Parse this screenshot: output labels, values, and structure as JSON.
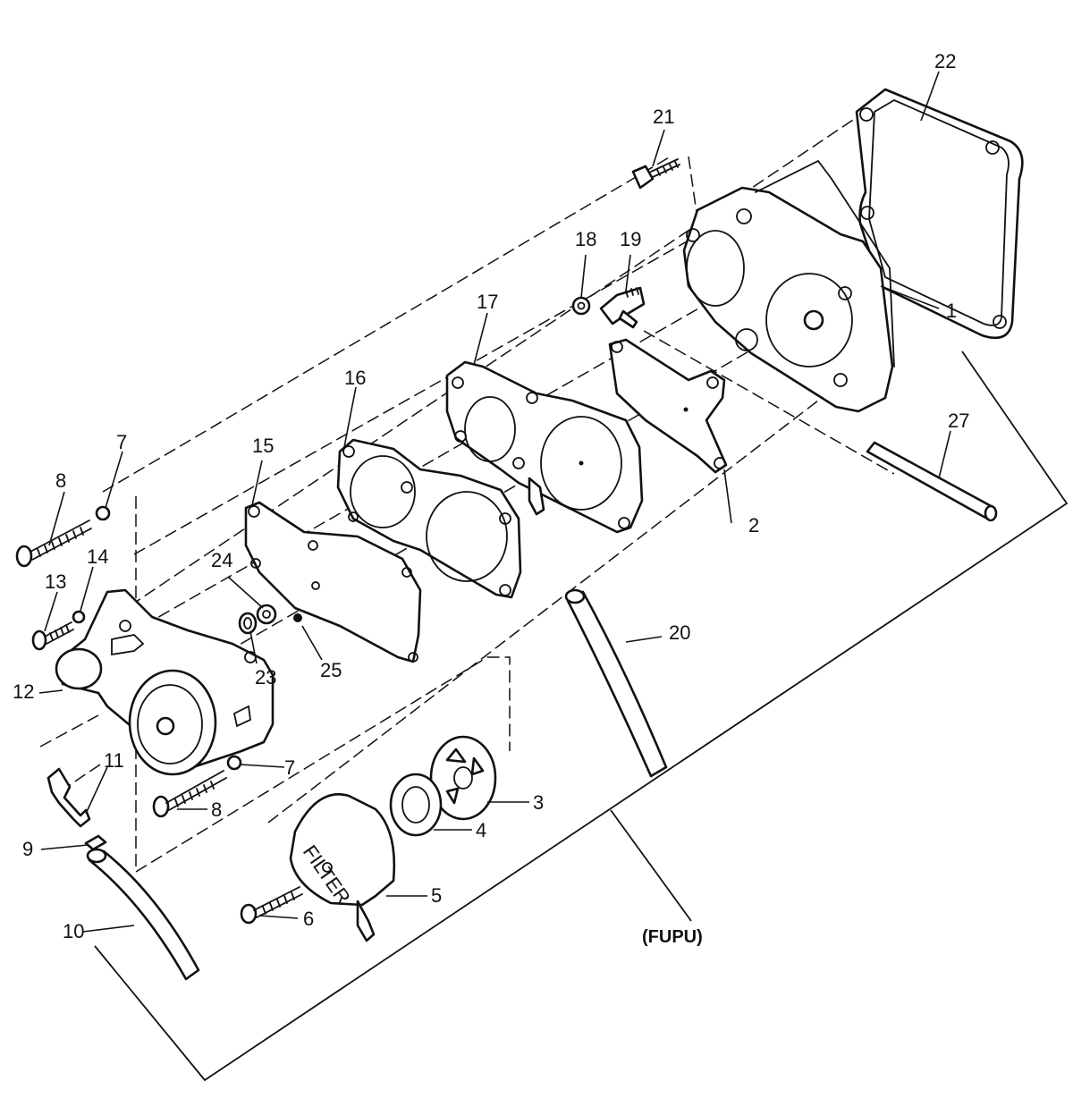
{
  "diagram": {
    "group_label": "(FUPU)",
    "callouts": {
      "p1": "1",
      "p2": "2",
      "p3": "3",
      "p4": "4",
      "p5": "5",
      "p6": "6",
      "p7a": "7",
      "p7b": "7",
      "p8a": "8",
      "p8b": "8",
      "p9": "9",
      "p10": "10",
      "p11": "11",
      "p12": "12",
      "p13": "13",
      "p14": "14",
      "p15": "15",
      "p16": "16",
      "p17": "17",
      "p18": "18",
      "p19": "19",
      "p20": "20",
      "p21": "21",
      "p22": "22",
      "p23": "23",
      "p24": "24",
      "p25": "25",
      "p27": "27"
    },
    "filter_text": "FILTER"
  }
}
